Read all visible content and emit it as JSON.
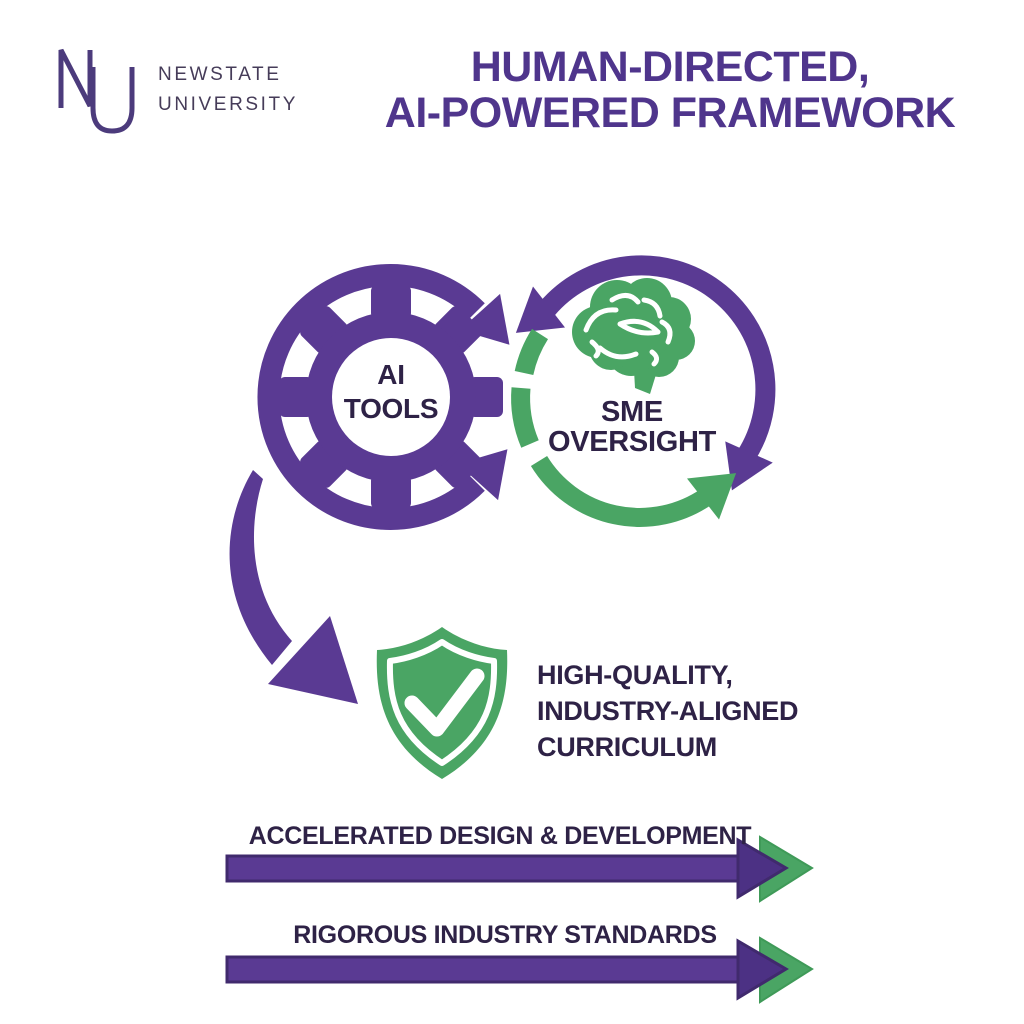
{
  "colors": {
    "purple": "#5a3a93",
    "purple_mid": "#4c3184",
    "purple_deep": "#402a6d",
    "purple_title": "#4f358c",
    "ink": "#2e2246",
    "green": "#4aa564",
    "green_deep": "#3f9a58",
    "logo_purple": "#4c3b7c",
    "logo_gray": "#463c59"
  },
  "logo": {
    "monogram": "NU",
    "line1": "NEWSTATE",
    "line2": "UNIVERSITY"
  },
  "title": {
    "line1": "HUMAN-DIRECTED,",
    "line2": "AI-POWERED FRAMEWORK"
  },
  "cycle": {
    "ai": {
      "icon": "gear-icon",
      "label_line1": "AI",
      "label_line2": "TOOLS"
    },
    "sme": {
      "icon": "brain-icon",
      "label_line1": "SME",
      "label_line2": "OVERSIGHT"
    }
  },
  "outcome": {
    "icon": "shield-check-icon",
    "line1": "HIGH-QUALITY,",
    "line2": "INDUSTRY-ALIGNED",
    "line3": "CURRICULUM"
  },
  "benefit_arrows": {
    "a1": {
      "label": "ACCELERATED DESIGN & DEVELOPMENT"
    },
    "a2": {
      "label": "RIGOROUS INDUSTRY STANDARDS"
    }
  }
}
